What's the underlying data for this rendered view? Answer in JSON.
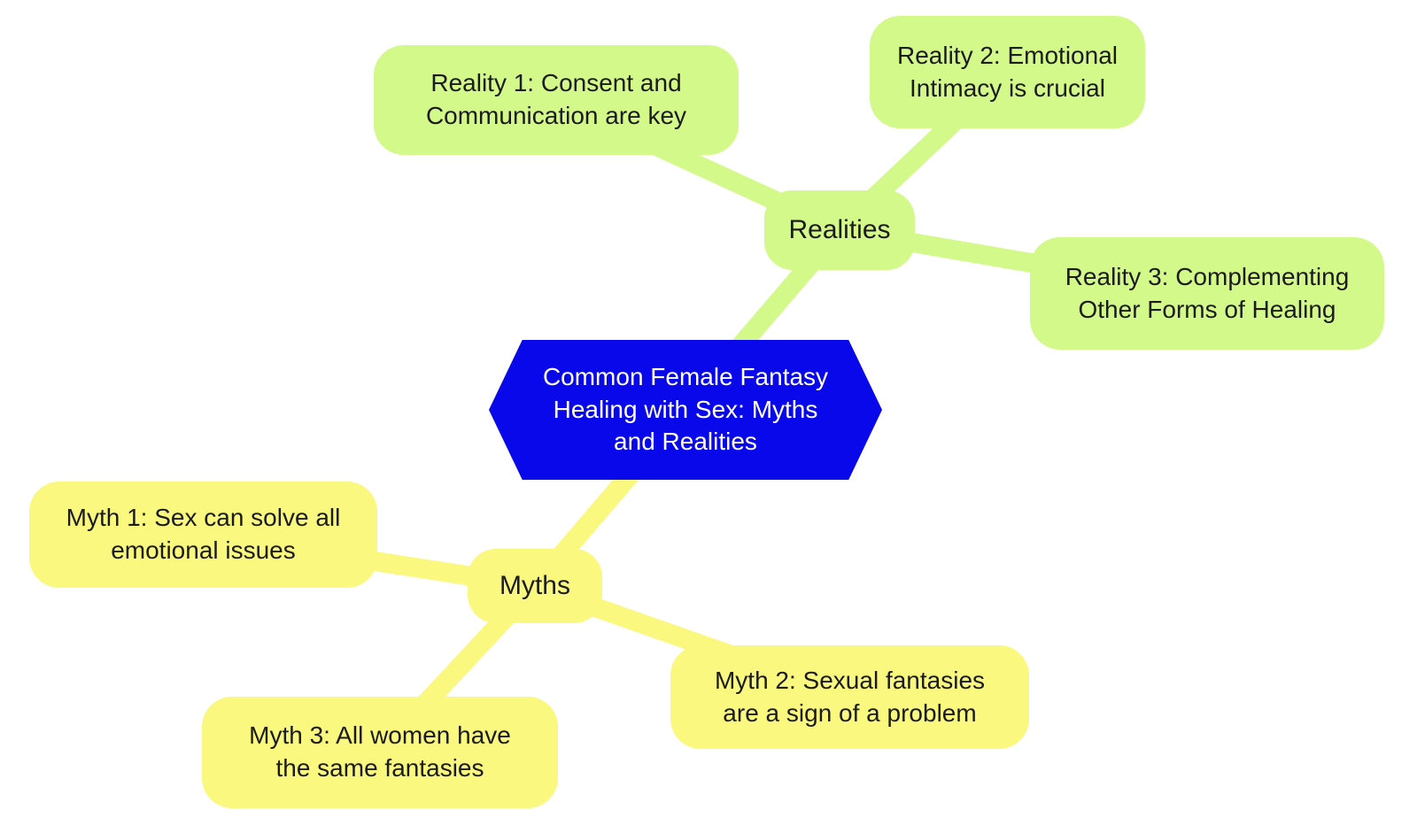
{
  "diagram_type": "mindmap",
  "root": {
    "label": "Common Female Fantasy\nHealing with Sex: Myths\nand Realities",
    "shape": "hexagon",
    "fill": "#0808ea",
    "text_color": "#ffffff"
  },
  "branches": [
    {
      "label": "Realities",
      "fill": "#d3f98a",
      "text_color": "#1b1b1b",
      "children": [
        {
          "label": "Reality 1: Consent and\nCommunication are key"
        },
        {
          "label": "Reality 2: Emotional\nIntimacy is crucial"
        },
        {
          "label": "Reality 3: Complementing\nOther Forms of Healing"
        }
      ]
    },
    {
      "label": "Myths",
      "fill": "#faf87e",
      "text_color": "#1b1b1b",
      "children": [
        {
          "label": "Myth 1: Sex can solve all\nemotional issues"
        },
        {
          "label": "Myth 2: Sexual fantasies\nare a sign of a problem"
        },
        {
          "label": "Myth 3: All women have\nthe same fantasies"
        }
      ]
    }
  ],
  "colors": {
    "background": "#ffffff",
    "root_fill": "#0808ea",
    "root_text": "#ffffff",
    "realities_fill": "#d3f98a",
    "myths_fill": "#faf87e",
    "node_text": "#1b1b1b"
  }
}
